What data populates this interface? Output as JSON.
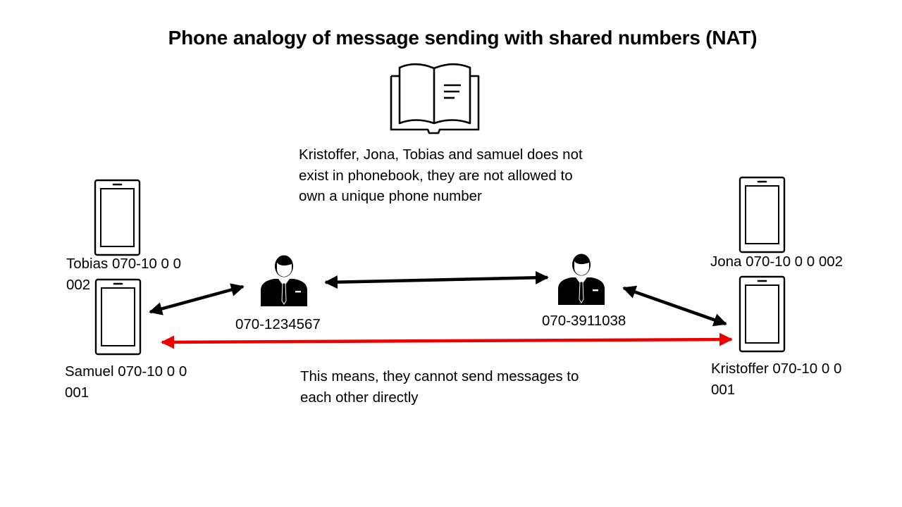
{
  "title": "Phone analogy of message sending with shared numbers (NAT)",
  "phonebook_note": [
    "Kristoffer, Jona, Tobias and samuel does not",
    "exist in phonebook, they are not allowed to",
    "own a unique phone number"
  ],
  "result_note": [
    "This means, they cannot send messages to",
    "each other directly"
  ],
  "phones": {
    "tobias": [
      "Tobias 070-10 0 0",
      "002"
    ],
    "samuel": [
      "Samuel 070-10 0 0",
      "001"
    ],
    "jona": [
      "Jona 070-10 0 0 002"
    ],
    "kristoffer": [
      "Kristoffer 070-10 0 0",
      "001"
    ]
  },
  "operators": {
    "left_number": "070-1234567",
    "right_number": "070-3911038"
  },
  "icons": {
    "phonebook": "open-book-icon",
    "phone": "smartphone-icon",
    "operator": "businessman-icon"
  },
  "colors": {
    "direct_blocked_link": "#ee0000",
    "links": "#000000"
  }
}
